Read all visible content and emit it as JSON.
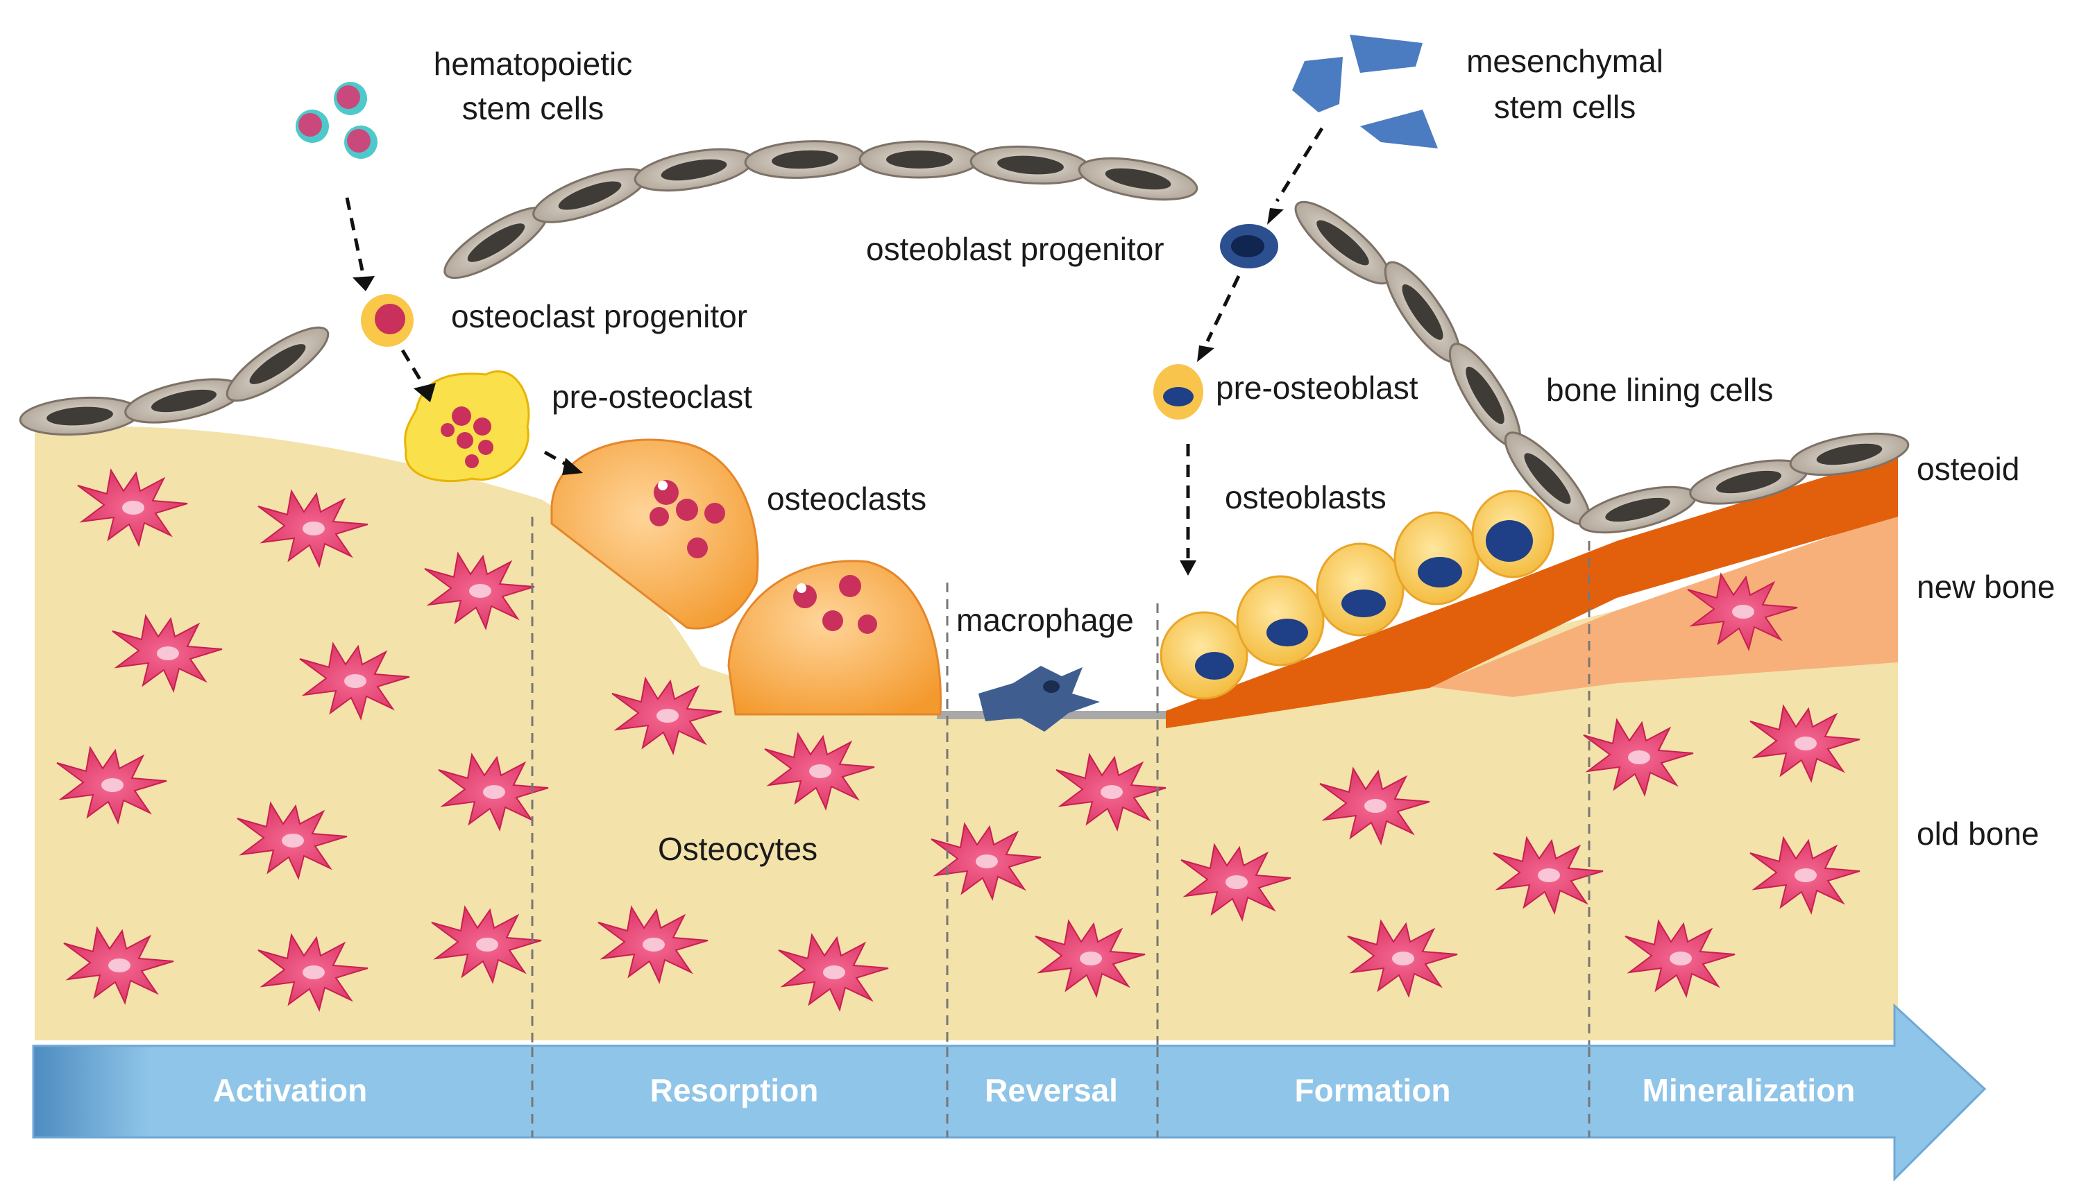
{
  "labels": {
    "hsc": [
      "hematopoietic",
      "stem cells"
    ],
    "msc": [
      "mesenchymal",
      "stem cells"
    ],
    "osteoclast_progenitor": "osteoclast progenitor",
    "osteoblast_progenitor": "osteoblast progenitor",
    "pre_osteoclast": "pre-osteoclast",
    "pre_osteoblast": "pre-osteoblast",
    "bone_lining_cells": "bone lining cells",
    "osteoclasts": "osteoclasts",
    "osteoblasts": "osteoblasts",
    "macrophage": "macrophage",
    "osteocytes": "Osteocytes",
    "osteoid": "osteoid",
    "new_bone": "new bone",
    "old_bone": "old bone"
  },
  "phases": [
    "Activation",
    "Resorption",
    "Reversal",
    "Formation",
    "Mineralization"
  ],
  "colors": {
    "old_bone": "#f3e2a9",
    "new_bone": "#f7b07a",
    "osteoid": "#e2600c",
    "osteocyte": "#e23c6e",
    "osteoclast": "#f7a63d",
    "osteoblast": "#f9c44c",
    "nucleus_blue": "#1f3f86",
    "lining_cell": "#c9bfb3",
    "arrow_band": "#8fc5e8",
    "msc": "#4b7bc0",
    "macrophage": "#3f5e8f"
  }
}
